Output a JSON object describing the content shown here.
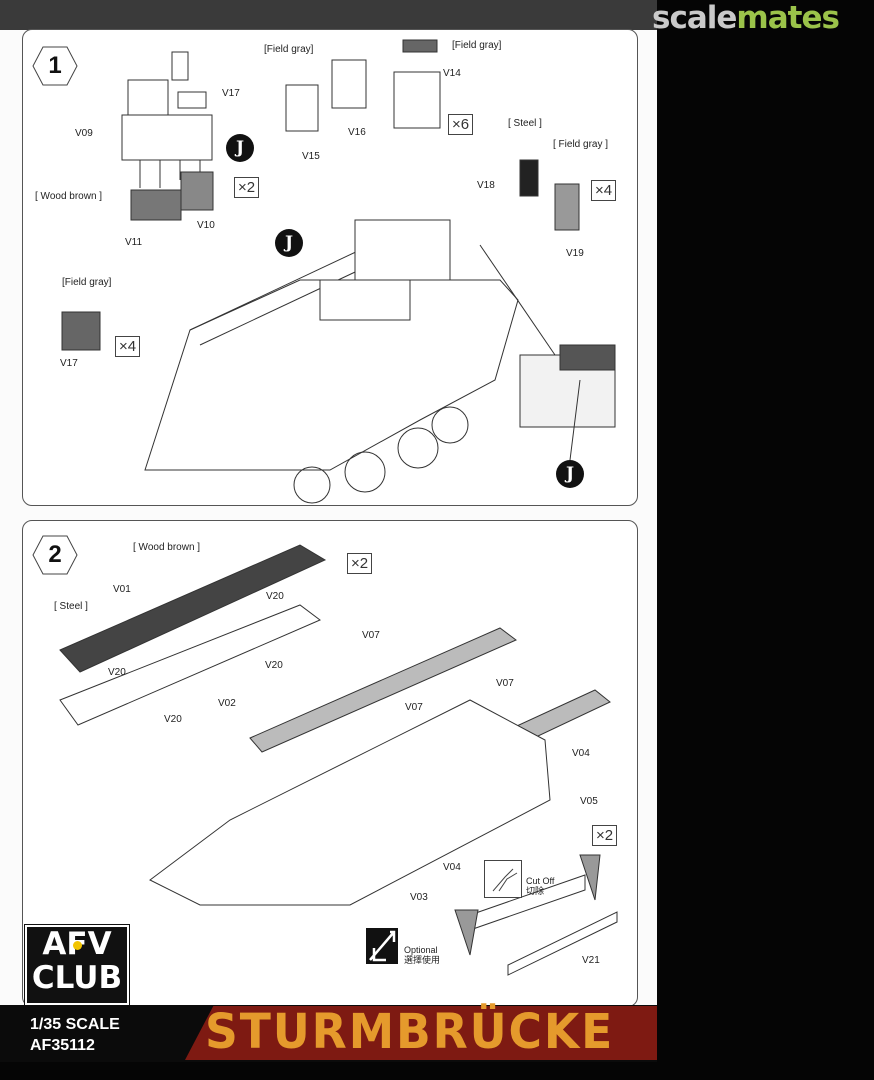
{
  "watermark": {
    "part1": "scale",
    "part2": "mates"
  },
  "step1": {
    "number": "1",
    "labels": [
      "V17",
      "V09",
      "[ Wood brown ]",
      "V11",
      "V10",
      "[Field gray]",
      "V16",
      "V15",
      "[Field gray]",
      "V14",
      "[ Steel ]",
      "[ Field gray ]",
      "V18",
      "V19",
      "[Field gray]",
      "V17"
    ],
    "multipliers": [
      "×2",
      "×6",
      "×4",
      "×4"
    ],
    "callout": "J"
  },
  "step2": {
    "number": "2",
    "labels": [
      "[ Wood brown ]",
      "V01",
      "[ Steel ]",
      "V20",
      "V20",
      "V20",
      "V02",
      "V20",
      "V07",
      "V07",
      "V07",
      "V04",
      "V05",
      "V04",
      "V03",
      "V21"
    ],
    "multipliers": [
      "×2",
      "×2"
    ],
    "cut_off": "Cut Off",
    "cut_off_cn": "切除",
    "optional": "Optional",
    "optional_cn": "選擇使用"
  },
  "brand": {
    "line1": "AFV",
    "line2": "CLUB"
  },
  "footer": {
    "scale": "1/35 SCALE",
    "code": "AF35112",
    "title": "STURMBRÜCKE"
  },
  "colors": {
    "banner": "#7e1a12",
    "title": "#e59a2c",
    "logo_dot": "#f2c400"
  }
}
